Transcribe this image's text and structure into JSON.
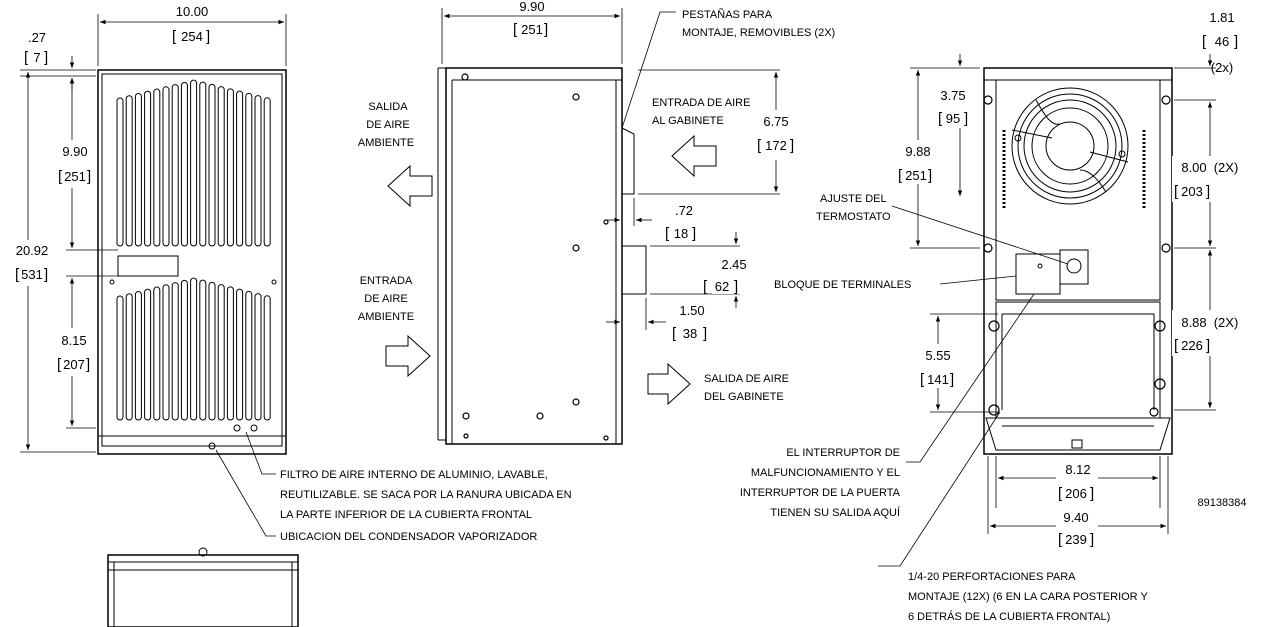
{
  "front_view": {
    "width_in": "10.00",
    "width_mm": "254",
    "offset_in": ".27",
    "offset_mm": "7",
    "upper_in": "9.90",
    "upper_mm": "251",
    "height_in": "20.92",
    "height_mm": "531",
    "lower_in": "8.15",
    "lower_mm": "207"
  },
  "side_view": {
    "depth_in": "9.90",
    "depth_mm": "251",
    "label_flanges_1": "PESTAÑAS PARA",
    "label_flanges_2": "MONTAJE, REMOVIBLES (2X)",
    "label_amb_out_1": "SALIDA",
    "label_amb_out_2": "DE AIRE",
    "label_amb_out_3": "AMBIENTE",
    "label_cab_in_1": "ENTRADA DE AIRE",
    "label_cab_in_2": "AL GABINETE",
    "inlet_in": "6.75",
    "inlet_mm": "172",
    "flange_in": ".72",
    "flange_mm": "18",
    "box_in": "2.45",
    "box_mm": "62",
    "box_depth_in": "1.50",
    "box_depth_mm": "38",
    "label_amb_in_1": "ENTRADA",
    "label_amb_in_2": "DE AIRE",
    "label_amb_in_3": "AMBIENTE",
    "label_cab_out_1": "SALIDA DE AIRE",
    "label_cab_out_2": "DEL GABINETE"
  },
  "notes": {
    "filter_1": "FILTRO DE AIRE INTERNO DE ALUMINIO, LAVABLE,",
    "filter_2": "REUTILIZABLE. SE SACA POR LA RANURA UBICADA EN",
    "filter_3": "LA PARTE INFERIOR DE LA CUBIERTA FRONTAL",
    "condenser": "UBICACION DEL CONDENSADOR VAPORIZADOR"
  },
  "rear_view": {
    "top_in": "1.81",
    "top_mm": "46",
    "top_count": "(2x)",
    "fan_in": "3.75",
    "fan_mm": "95",
    "thermo_in": "9.88",
    "thermo_mm": "251",
    "mount_upper_in": "8.00",
    "mount_upper_count": "(2X)",
    "mount_upper_mm": "203",
    "label_thermostat_1": "AJUSTE DEL",
    "label_thermostat_2": "TERMOSTATO",
    "label_terminal": "BLOQUE DE TERMINALES",
    "mount_lower_in": "8.88",
    "mount_lower_count": "(2X)",
    "mount_lower_mm": "226",
    "low_in": "5.55",
    "low_mm": "141",
    "label_switch_1": "EL INTERRUPTOR DE",
    "label_switch_2": "MALFUNCIONAMIENTO Y EL",
    "label_switch_3": "INTERRUPTOR DE LA PUERTA",
    "label_switch_4": "TIENEN SU SALIDA AQUÍ",
    "width_inner_in": "8.12",
    "width_inner_mm": "206",
    "width_outer_in": "9.40",
    "width_outer_mm": "239",
    "drawing_number": "89138384",
    "holes_1": "1/4-20 PERFORTACIONES PARA",
    "holes_2": "MONTAJE (12X) (6 EN LA CARA POSTERIOR Y",
    "holes_3": "6 DETRÁS DE LA CUBIERTA FRONTAL)"
  }
}
